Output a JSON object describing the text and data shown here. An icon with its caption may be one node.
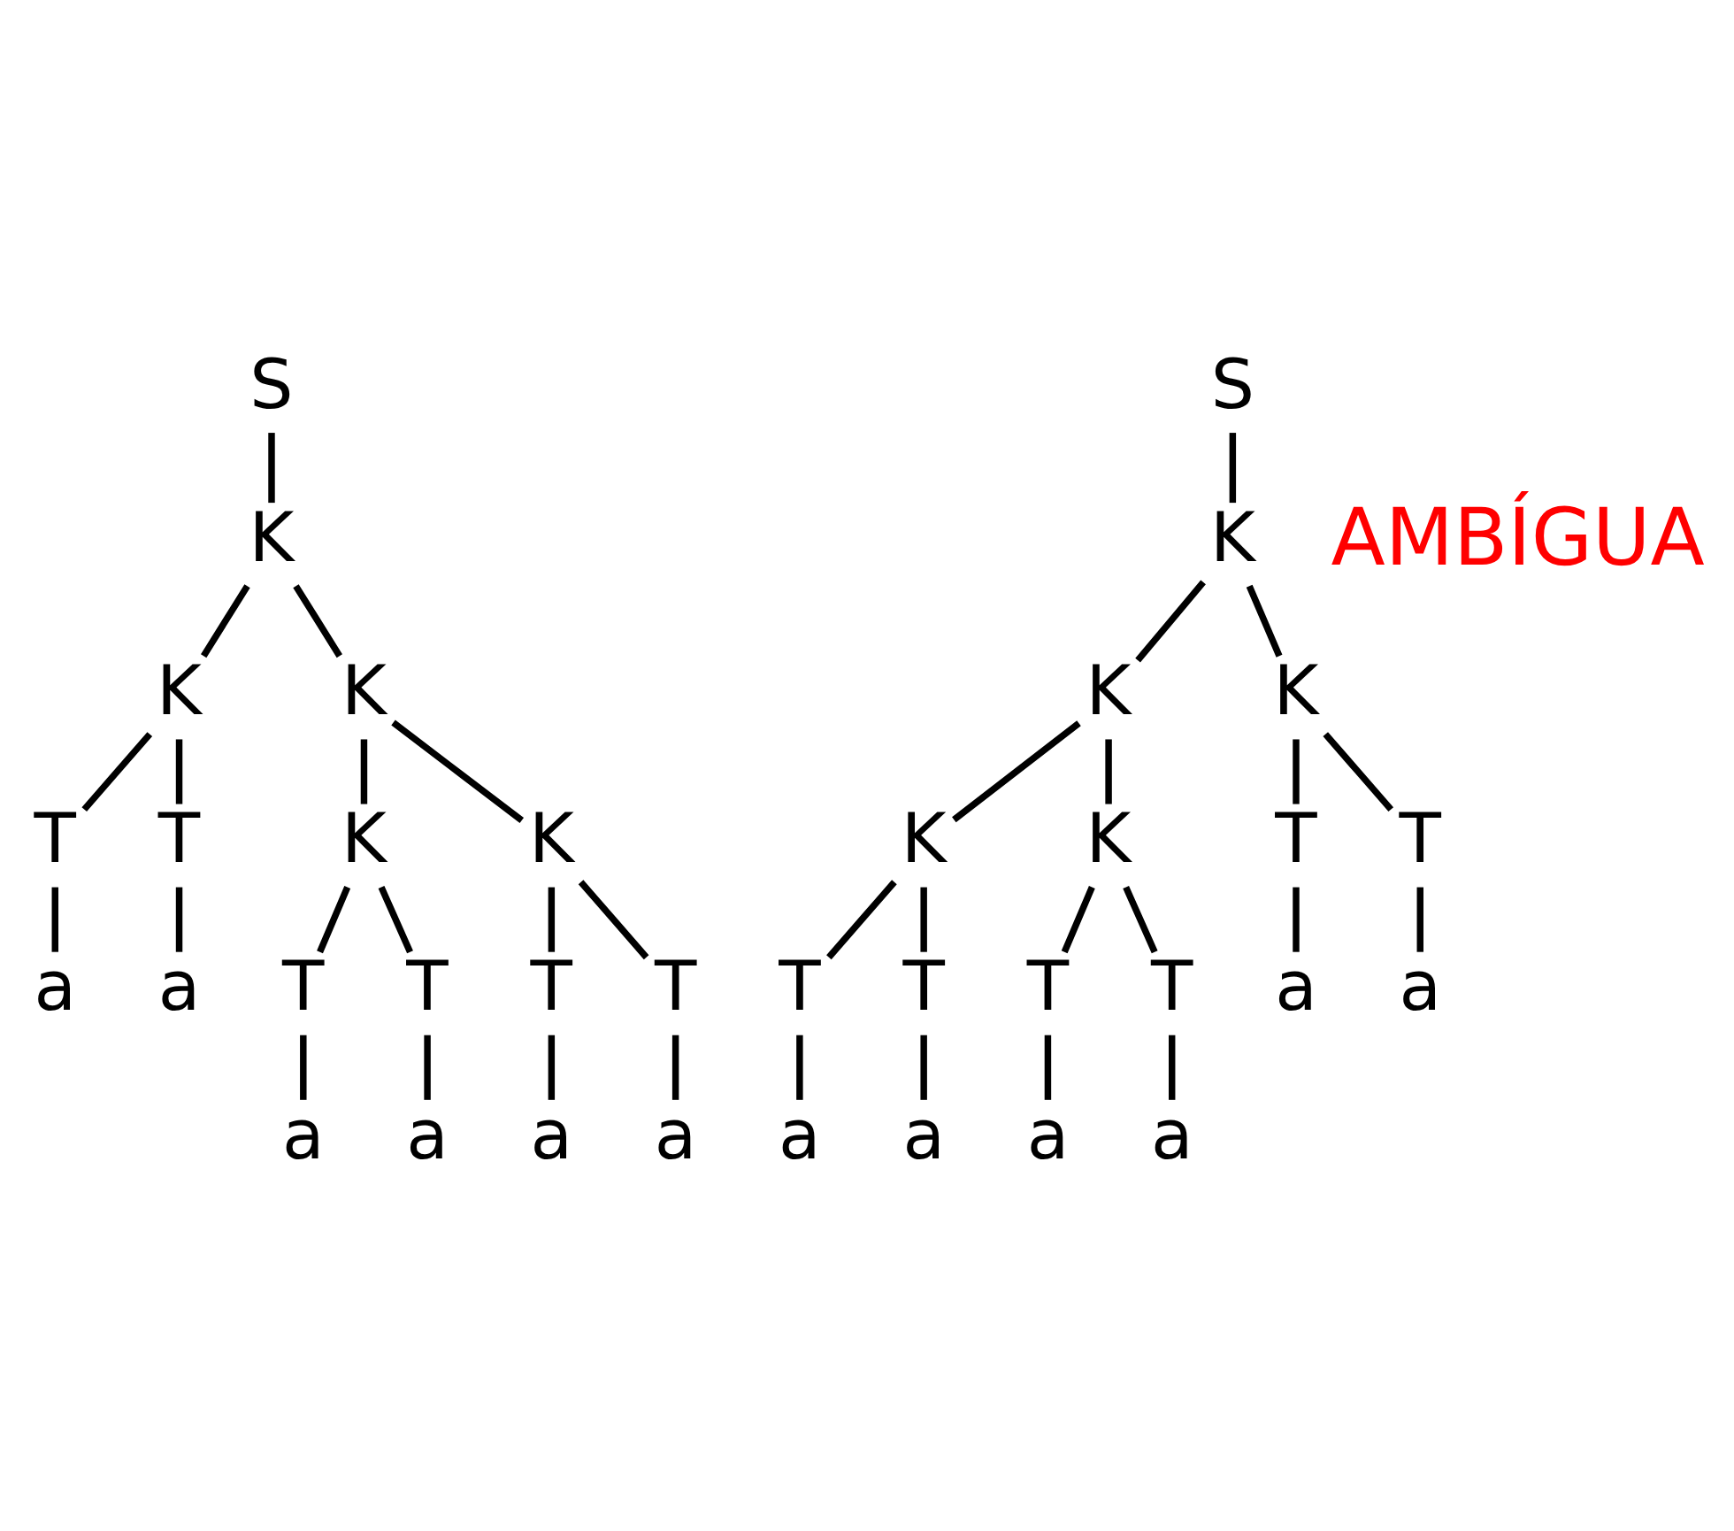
{
  "diagram": {
    "nodes": [
      {
        "text": [
          "S"
        ]
      },
      {
        "text": [
          "K"
        ]
      },
      {
        "text": [
          "K"
        ]
      },
      {
        "text": [
          "K"
        ]
      },
      {
        "text": [
          "T"
        ]
      },
      {
        "text": [
          "T"
        ]
      },
      {
        "text": [
          "K"
        ]
      },
      {
        "text": [
          "K"
        ]
      },
      {
        "text": [
          "a"
        ]
      },
      {
        "text": [
          "a"
        ]
      },
      {
        "text": [
          "T"
        ]
      },
      {
        "text": [
          "T"
        ]
      },
      {
        "text": [
          "T"
        ]
      },
      {
        "text": [
          "T"
        ]
      },
      {
        "text": [
          "a"
        ]
      },
      {
        "text": [
          "a"
        ]
      },
      {
        "text": [
          "a"
        ]
      },
      {
        "text": [
          "a"
        ]
      },
      {
        "text": [
          "S"
        ]
      },
      {
        "text": [
          "K"
        ]
      },
      {
        "text": [
          "K"
        ]
      },
      {
        "text": [
          "K"
        ]
      },
      {
        "text": [
          "K"
        ]
      },
      {
        "text": [
          "K"
        ]
      },
      {
        "text": [
          "T"
        ]
      },
      {
        "text": [
          "T"
        ]
      },
      {
        "text": [
          "T"
        ]
      },
      {
        "text": [
          "T"
        ]
      },
      {
        "text": [
          "T"
        ]
      },
      {
        "text": [
          "T"
        ]
      },
      {
        "text": [
          "a"
        ]
      },
      {
        "text": [
          "a"
        ]
      },
      {
        "text": [
          "a"
        ]
      },
      {
        "text": [
          "a"
        ]
      },
      {
        "text": [
          "a"
        ]
      },
      {
        "text": [
          "a"
        ]
      }
    ],
    "edges": [
      {
        "from": 0,
        "to": 1,
        "arrow": "none"
      },
      {
        "from": 1,
        "to": 2,
        "arrow": "none"
      },
      {
        "from": 1,
        "to": 3,
        "arrow": "none"
      },
      {
        "from": 2,
        "to": 4,
        "arrow": "none"
      },
      {
        "from": 2,
        "to": 5,
        "arrow": "none"
      },
      {
        "from": 3,
        "to": 6,
        "arrow": "none"
      },
      {
        "from": 3,
        "to": 7,
        "arrow": "none"
      },
      {
        "from": 4,
        "to": 8,
        "arrow": "none"
      },
      {
        "from": 5,
        "to": 9,
        "arrow": "none"
      },
      {
        "from": 6,
        "to": 10,
        "arrow": "none"
      },
      {
        "from": 6,
        "to": 11,
        "arrow": "none"
      },
      {
        "from": 7,
        "to": 12,
        "arrow": "none"
      },
      {
        "from": 7,
        "to": 13,
        "arrow": "none"
      },
      {
        "from": 10,
        "to": 14,
        "arrow": "none"
      },
      {
        "from": 11,
        "to": 15,
        "arrow": "none"
      },
      {
        "from": 12,
        "to": 16,
        "arrow": "none"
      },
      {
        "from": 13,
        "to": 17,
        "arrow": "none"
      },
      {
        "from": 18,
        "to": 19,
        "arrow": "none"
      },
      {
        "from": 19,
        "to": 20,
        "arrow": "none"
      },
      {
        "from": 19,
        "to": 21,
        "arrow": "none"
      },
      {
        "from": 20,
        "to": 22,
        "arrow": "none"
      },
      {
        "from": 20,
        "to": 23,
        "arrow": "none"
      },
      {
        "from": 21,
        "to": 24,
        "arrow": "none"
      },
      {
        "from": 21,
        "to": 25,
        "arrow": "none"
      },
      {
        "from": 22,
        "to": 26,
        "arrow": "none"
      },
      {
        "from": 22,
        "to": 27,
        "arrow": "none"
      },
      {
        "from": 23,
        "to": 28,
        "arrow": "none"
      },
      {
        "from": 23,
        "to": 29,
        "arrow": "none"
      },
      {
        "from": 24,
        "to": 30,
        "arrow": "none"
      },
      {
        "from": 25,
        "to": 31,
        "arrow": "none"
      },
      {
        "from": 26,
        "to": 32,
        "arrow": "none"
      },
      {
        "from": 27,
        "to": 33,
        "arrow": "none"
      },
      {
        "from": 28,
        "to": 34,
        "arrow": "none"
      },
      {
        "from": 29,
        "to": 35,
        "arrow": "none"
      }
    ],
    "labels": [
      "AMBÍGUA"
    ]
  }
}
